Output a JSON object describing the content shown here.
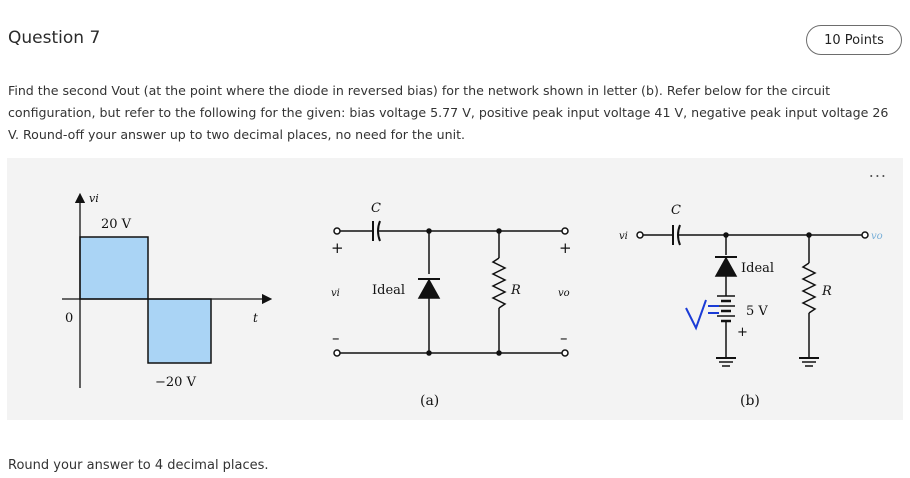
{
  "question": {
    "title": "Question 7",
    "points": "10 Points",
    "text": "Find the second Vout (at the point where the diode in reversed bias) for the network shown in letter (b). Refer below for the circuit configuration, but refer to the following for the given: bias voltage 5.77 V, positive peak input voltage 41 V, negative peak input voltage 26 V. Round-off your answer up to two decimal places, no need for the unit.",
    "footer": "Round your answer to 4 decimal places.",
    "more_menu": "..."
  },
  "figure": {
    "waveform": {
      "y_label": "vi",
      "x_label": "t",
      "origin_label": "0",
      "positive_label": "20 V",
      "negative_label": "−20 V",
      "positive_value": 20,
      "negative_value": -20
    },
    "circuit_a": {
      "caption": "(a)",
      "capacitor_label": "C",
      "diode_label": "Ideal",
      "resistor_label": "R",
      "input_label": "vi",
      "output_label": "vo",
      "plus": "+",
      "minus": "–"
    },
    "circuit_b": {
      "caption": "(b)",
      "capacitor_label": "C",
      "diode_label": "Ideal",
      "resistor_label": "R",
      "input_label": "vi",
      "output_label": "vo",
      "battery_label": "5 V",
      "battery_plus": "+",
      "handwritten_note": "V",
      "fill_color": "#aad4f5",
      "annotation_color": "#1a3bd6"
    }
  }
}
